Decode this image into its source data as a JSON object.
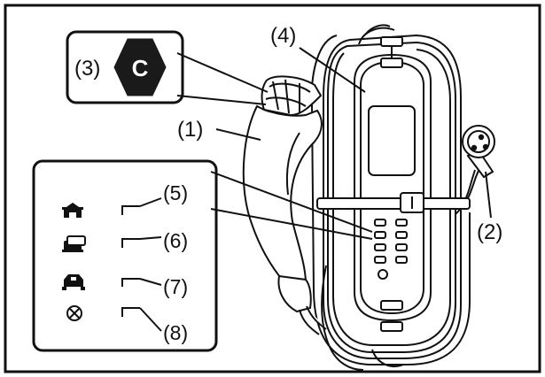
{
  "callouts": {
    "c1": "(1)",
    "c2": "(2)",
    "c3": "(3)",
    "c4": "(4)",
    "c5": "(5)",
    "c6": "(6)",
    "c7": "(7)",
    "c8": "(8)"
  },
  "hex_badge": {
    "letter": "C",
    "fill": "#1a1a1a"
  },
  "legend": {
    "items": [
      {
        "id": "5",
        "icon": "house-icon"
      },
      {
        "id": "6",
        "icon": "charging-icon"
      },
      {
        "id": "7",
        "icon": "car-icon"
      },
      {
        "id": "8",
        "icon": "error-circle-x-icon"
      }
    ]
  },
  "colors": {
    "line": "#111111",
    "background": "#ffffff"
  }
}
